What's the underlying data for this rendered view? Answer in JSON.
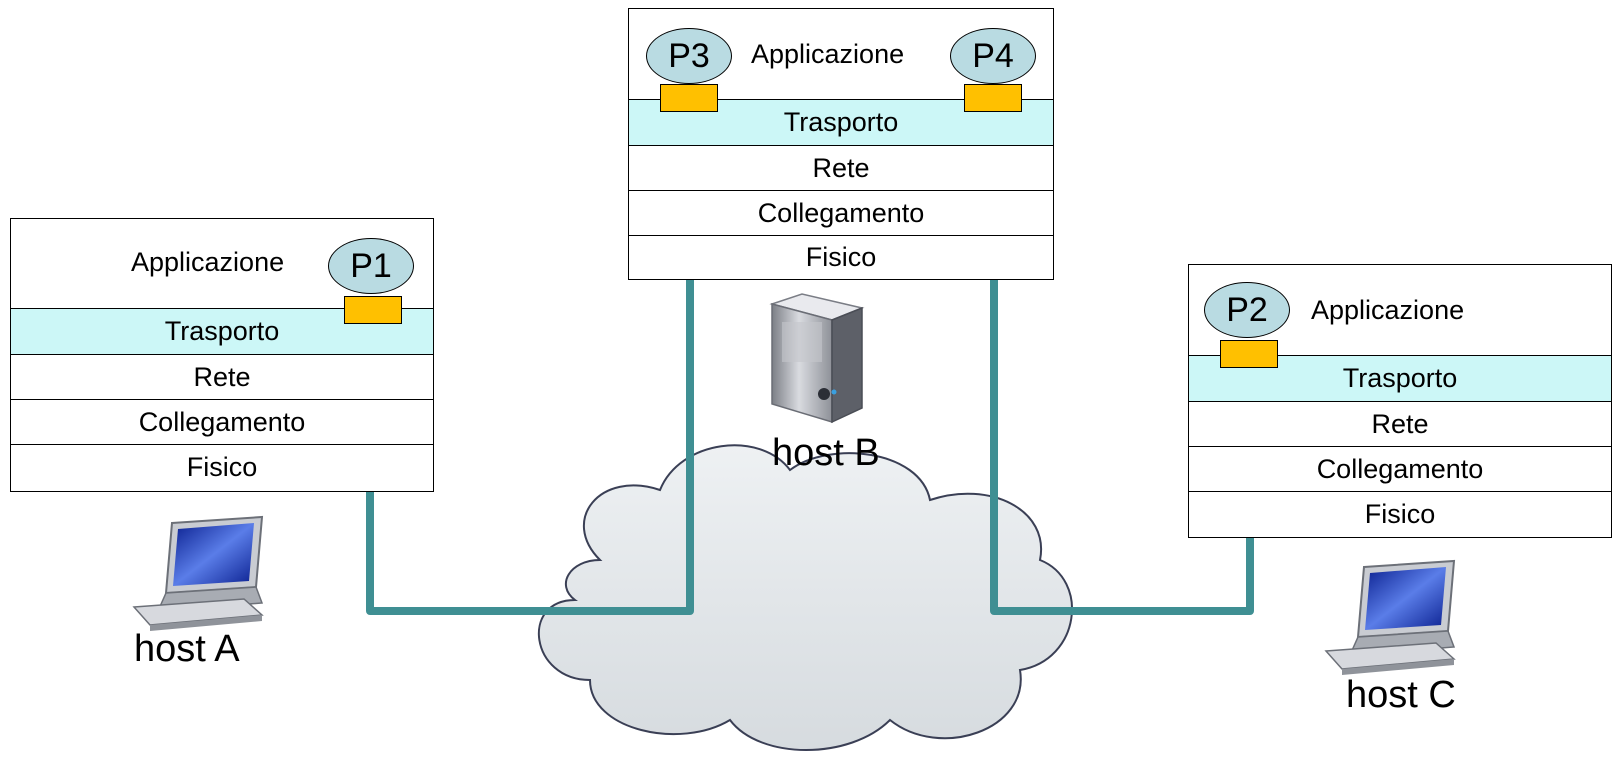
{
  "layers": {
    "application": "Applicazione",
    "transport": "Trasporto",
    "network": "Rete",
    "link": "Collegamento",
    "physical": "Fisico"
  },
  "processes": {
    "p1": "P1",
    "p2": "P2",
    "p3": "P3",
    "p4": "P4"
  },
  "hosts": {
    "a": "host A",
    "b": "host B",
    "c": "host C"
  },
  "icons": {
    "laptop": "laptop-icon",
    "server": "server-icon",
    "cloud": "network-cloud-icon"
  },
  "colors": {
    "transport_layer": "#ccf7f7",
    "process": "#b9dbe2",
    "socket": "#ffc000",
    "path": "#3f8f93",
    "cloud": "#e2e6ea"
  }
}
